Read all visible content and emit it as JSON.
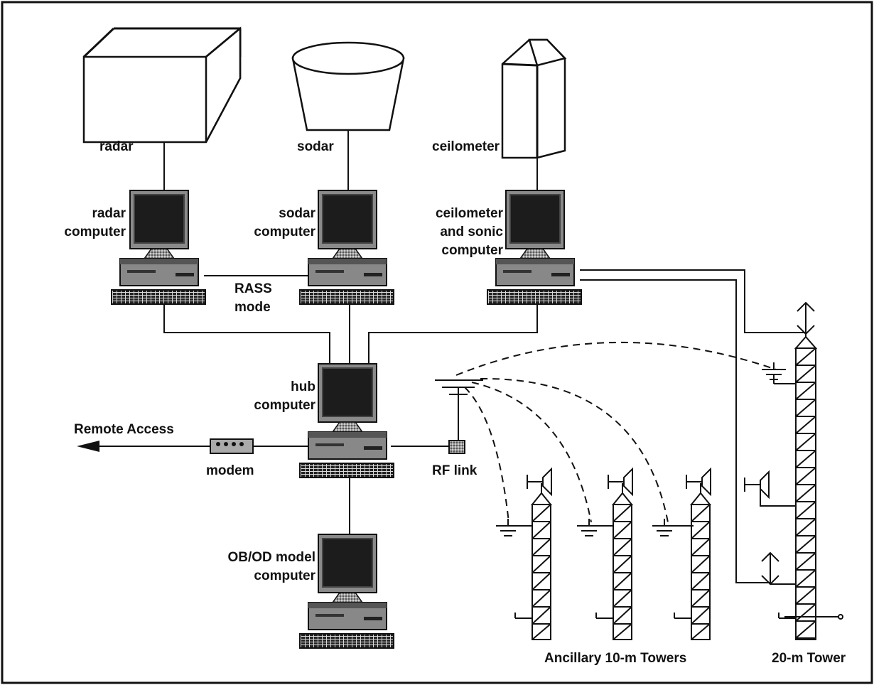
{
  "labels": {
    "radar": "radar",
    "sodar": "sodar",
    "ceilometer": "ceilometer",
    "radar_computer_line1": "radar",
    "radar_computer_line2": "computer",
    "sodar_computer_line1": "sodar",
    "sodar_computer_line2": "computer",
    "ceil_computer_line1": "ceilometer",
    "ceil_computer_line2": "and sonic",
    "ceil_computer_line3": "computer",
    "rass_line1": "RASS",
    "rass_line2": "mode",
    "hub_line1": "hub",
    "hub_line2": "computer",
    "remote_access": "Remote Access",
    "modem": "modem",
    "rf_link": "RF link",
    "obod_line1": "OB/OD model",
    "obod_line2": "computer",
    "ancillary_towers": "Ancillary 10-m Towers",
    "tower_20m": "20-m Tower"
  },
  "icons": {
    "computer": "desktop-computer-icon",
    "radar": "radar-antenna-icon",
    "sodar": "sodar-dish-icon",
    "ceilometer": "ceilometer-icon",
    "modem": "modem-icon",
    "rf_link": "rf-link-box-icon",
    "antenna": "radio-antenna-icon",
    "sonic": "sonic-anemometer-icon",
    "wind_vane": "horn-sensor-icon"
  },
  "colors": {
    "line": "#111111",
    "screen": "#1c1c1c",
    "case": "#777777",
    "background": "#ffffff"
  }
}
